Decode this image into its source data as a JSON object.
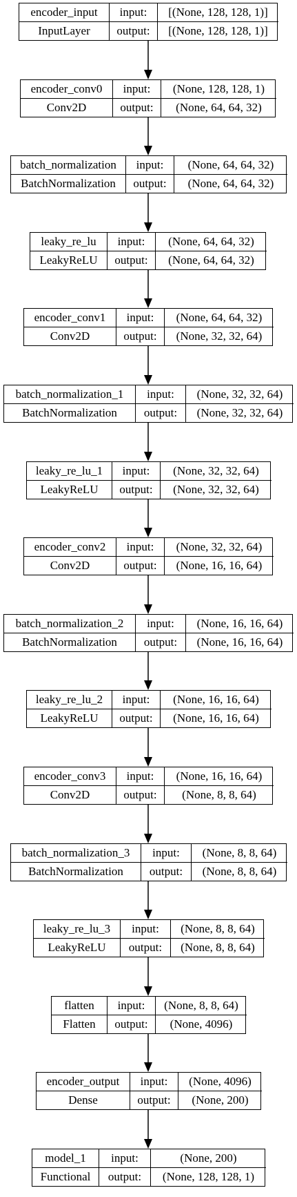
{
  "diagram": {
    "connector": "arrow-down",
    "layers": [
      {
        "name": "encoder_input",
        "type": "InputLayer",
        "input_label": "input:",
        "output_label": "output:",
        "input": "[(None, 128, 128, 1)]",
        "output": "[(None, 128, 128, 1)]"
      },
      {
        "name": "encoder_conv0",
        "type": "Conv2D",
        "input_label": "input:",
        "output_label": "output:",
        "input": "(None, 128, 128, 1)",
        "output": "(None, 64, 64, 32)"
      },
      {
        "name": "batch_normalization",
        "type": "BatchNormalization",
        "input_label": "input:",
        "output_label": "output:",
        "input": "(None, 64, 64, 32)",
        "output": "(None, 64, 64, 32)"
      },
      {
        "name": "leaky_re_lu",
        "type": "LeakyReLU",
        "input_label": "input:",
        "output_label": "output:",
        "input": "(None, 64, 64, 32)",
        "output": "(None, 64, 64, 32)"
      },
      {
        "name": "encoder_conv1",
        "type": "Conv2D",
        "input_label": "input:",
        "output_label": "output:",
        "input": "(None, 64, 64, 32)",
        "output": "(None, 32, 32, 64)"
      },
      {
        "name": "batch_normalization_1",
        "type": "BatchNormalization",
        "input_label": "input:",
        "output_label": "output:",
        "input": "(None, 32, 32, 64)",
        "output": "(None, 32, 32, 64)"
      },
      {
        "name": "leaky_re_lu_1",
        "type": "LeakyReLU",
        "input_label": "input:",
        "output_label": "output:",
        "input": "(None, 32, 32, 64)",
        "output": "(None, 32, 32, 64)"
      },
      {
        "name": "encoder_conv2",
        "type": "Conv2D",
        "input_label": "input:",
        "output_label": "output:",
        "input": "(None, 32, 32, 64)",
        "output": "(None, 16, 16, 64)"
      },
      {
        "name": "batch_normalization_2",
        "type": "BatchNormalization",
        "input_label": "input:",
        "output_label": "output:",
        "input": "(None, 16, 16, 64)",
        "output": "(None, 16, 16, 64)"
      },
      {
        "name": "leaky_re_lu_2",
        "type": "LeakyReLU",
        "input_label": "input:",
        "output_label": "output:",
        "input": "(None, 16, 16, 64)",
        "output": "(None, 16, 16, 64)"
      },
      {
        "name": "encoder_conv3",
        "type": "Conv2D",
        "input_label": "input:",
        "output_label": "output:",
        "input": "(None, 16, 16, 64)",
        "output": "(None, 8, 8, 64)"
      },
      {
        "name": "batch_normalization_3",
        "type": "BatchNormalization",
        "input_label": "input:",
        "output_label": "output:",
        "input": "(None, 8, 8, 64)",
        "output": "(None, 8, 8, 64)"
      },
      {
        "name": "leaky_re_lu_3",
        "type": "LeakyReLU",
        "input_label": "input:",
        "output_label": "output:",
        "input": "(None, 8, 8, 64)",
        "output": "(None, 8, 8, 64)"
      },
      {
        "name": "flatten",
        "type": "Flatten",
        "input_label": "input:",
        "output_label": "output:",
        "input": "(None, 8, 8, 64)",
        "output": "(None, 4096)"
      },
      {
        "name": "encoder_output",
        "type": "Dense",
        "input_label": "input:",
        "output_label": "output:",
        "input": "(None, 4096)",
        "output": "(None, 200)"
      },
      {
        "name": "model_1",
        "type": "Functional",
        "input_label": "input:",
        "output_label": "output:",
        "input": "(None, 200)",
        "output": "(None, 128, 128, 1)"
      }
    ]
  }
}
